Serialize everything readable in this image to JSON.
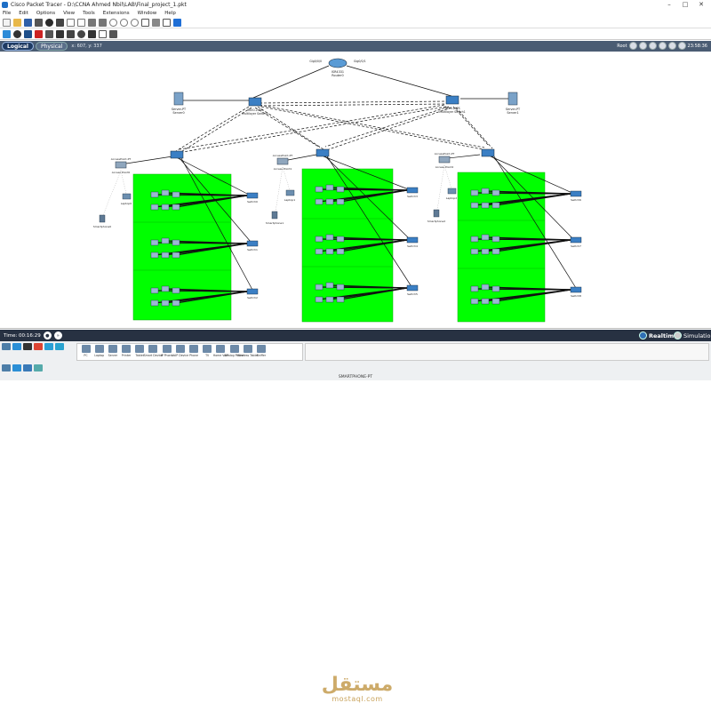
{
  "titlebar": {
    "title": "Cisco Packet Tracer - D:\\CCNA Ahmed Nbil\\LAB\\Final_project_1.pkt"
  },
  "menubar": {
    "items": [
      "File",
      "Edit",
      "Options",
      "View",
      "Tools",
      "Extensions",
      "Window",
      "Help"
    ]
  },
  "tabbar": {
    "logical_label": "Logical",
    "physical_label": "Physical",
    "coords": "x: 607, y: 337",
    "root_label": "Root",
    "clock": "23:58:36"
  },
  "timebar": {
    "time": "Time: 00:16:29",
    "realtime_label": "Realtime",
    "simulation_label": "Simulation"
  },
  "devices": {
    "labels": [
      "PC",
      "Laptop",
      "Server",
      "Printer",
      "Tablet",
      "Smart Device",
      "IP Phone",
      "VoIP Device",
      "Phone",
      "TV",
      "Home VoIP",
      "Analog Phone",
      "Wireless Tablet",
      "Sniffer"
    ]
  },
  "selected_device": "SMARTPHONE-PT",
  "watermark": {
    "arabic": "مستقل",
    "latin": "mostaql.com"
  },
  "topology": {
    "router": {
      "name": "Router0",
      "model": "ISR4331",
      "port_left": "Gig0/0/0",
      "port_right": "Gig0/0/1"
    },
    "servers": [
      {
        "model": "Server-PT",
        "name": "Server0"
      },
      {
        "model": "Server-PT",
        "name": "Server1"
      }
    ],
    "core_switches": [
      {
        "model": "3650-24PS",
        "name": "Multilayer Switch0"
      },
      {
        "model": "3650-24PS",
        "name": "Multilayer Switch1"
      }
    ],
    "access_points": [
      {
        "model": "AccessPoint-PT",
        "name": "Access Point0"
      },
      {
        "model": "AccessPoint-PT",
        "name": "Access Point1"
      },
      {
        "model": "AccessPoint-PT",
        "name": "Access Point2"
      }
    ],
    "laptops": [
      "Laptop0",
      "Laptop1",
      "Laptop2"
    ],
    "smartphones": [
      "Smartphone0",
      "Smartphone1",
      "Smartphone2"
    ],
    "access_switches": [
      "Switch0",
      "Switch1",
      "Switch2",
      "Switch3",
      "Switch4",
      "Switch5",
      "Switch6",
      "Switch7",
      "Switch8"
    ],
    "colors": {
      "area": "#00ff00",
      "link": "#111111",
      "link_ok": "#22aa22"
    }
  }
}
